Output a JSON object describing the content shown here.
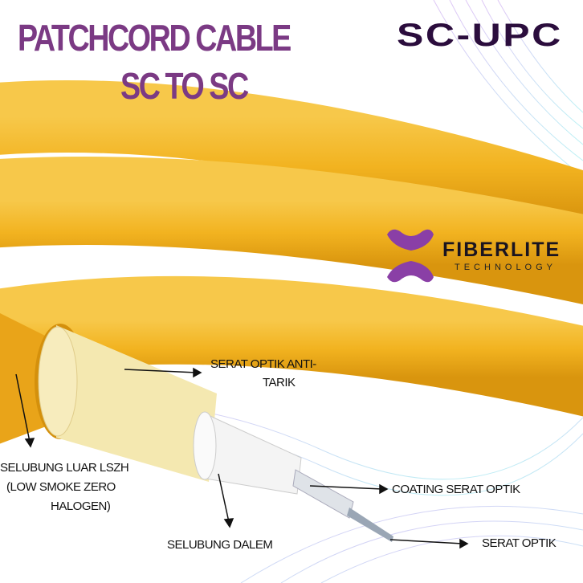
{
  "title": {
    "line1": "PATCHCORD CABLE",
    "line2": "SC TO SC"
  },
  "badge": "SC-UPC",
  "brand": {
    "name": "FIBERLITE",
    "tagline": "TECHNOLOGY",
    "logo_color": "#8a3fa6"
  },
  "labels": {
    "anti_tarik_1": "SERAT OPTIK ANTI-",
    "anti_tarik_2": "TARIK",
    "luar_1": "SELUBUNG LUAR LSZH",
    "luar_2": "(LOW SMOKE ZERO",
    "luar_3": "HALOGEN)",
    "coating": "COATING SERAT OPTIK",
    "dalem": "SELUBUNG DALEM",
    "serat": "SERAT OPTIK"
  },
  "colors": {
    "cable": "#f2b320",
    "title": "#7b3a84",
    "badge": "#2b0d3d"
  }
}
